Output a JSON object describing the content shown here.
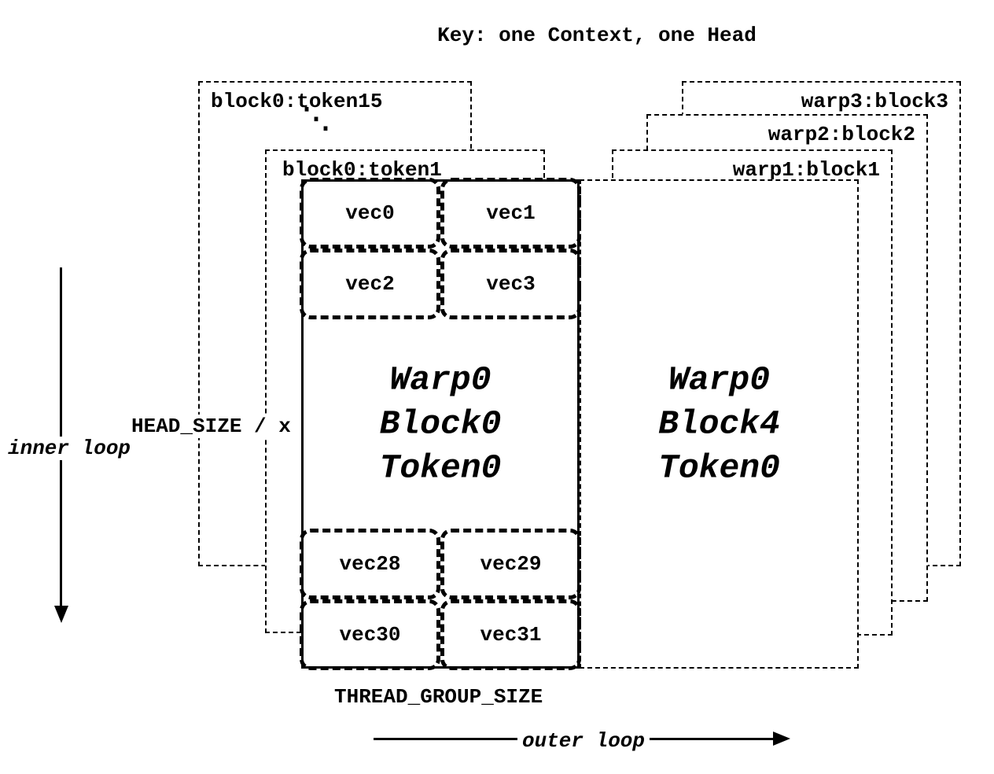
{
  "title": "Key: one Context, one Head",
  "ellipsis": "⋱",
  "stack_left": {
    "back_box_label": "block0:token15",
    "mid_box_label": "block0:token1",
    "front_box": {
      "top_vecs": [
        "vec0",
        "vec1",
        "vec2",
        "vec3"
      ],
      "center_lines": [
        "Warp0",
        "Block0",
        "Token0"
      ],
      "bottom_vecs": [
        "vec28",
        "vec29",
        "vec30",
        "vec31"
      ]
    }
  },
  "stack_right": {
    "back_box_label": "warp3:block3",
    "mid_box_label": "warp2:block2",
    "near_box_label": "warp1:block1",
    "front_box": {
      "center_lines": [
        "Warp0",
        "Block4",
        "Token0"
      ]
    }
  },
  "annotations": {
    "head_size": "HEAD_SIZE / x",
    "inner_loop": "inner loop",
    "thread_group_size": "THREAD_GROUP_SIZE",
    "outer_loop": "outer loop"
  }
}
